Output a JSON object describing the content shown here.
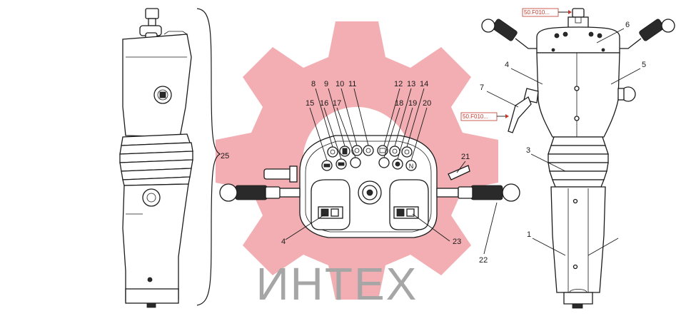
{
  "watermark": {
    "text": "ИНТЕХ",
    "gear_color": "#f0a0a5",
    "text_color": "#a6a6a6"
  },
  "callouts": {
    "c1": "1",
    "c3": "3",
    "c4": "4",
    "c5": "5",
    "c6": "6",
    "c7": "7",
    "c8": "8",
    "c9": "9",
    "c10": "10",
    "c11": "11",
    "c12": "12",
    "c13": "13",
    "c14": "14",
    "c15": "15",
    "c16": "16",
    "c17": "17",
    "c18": "18",
    "c19": "19",
    "c20": "20",
    "c21": "21",
    "c22": "22",
    "c23": "23",
    "c25": "25",
    "c4b": "4"
  },
  "tags": {
    "top": "50.F010...",
    "middle": "50.F010..."
  },
  "colors": {
    "line": "#1a1a1a",
    "tag_border": "#c0392b"
  }
}
